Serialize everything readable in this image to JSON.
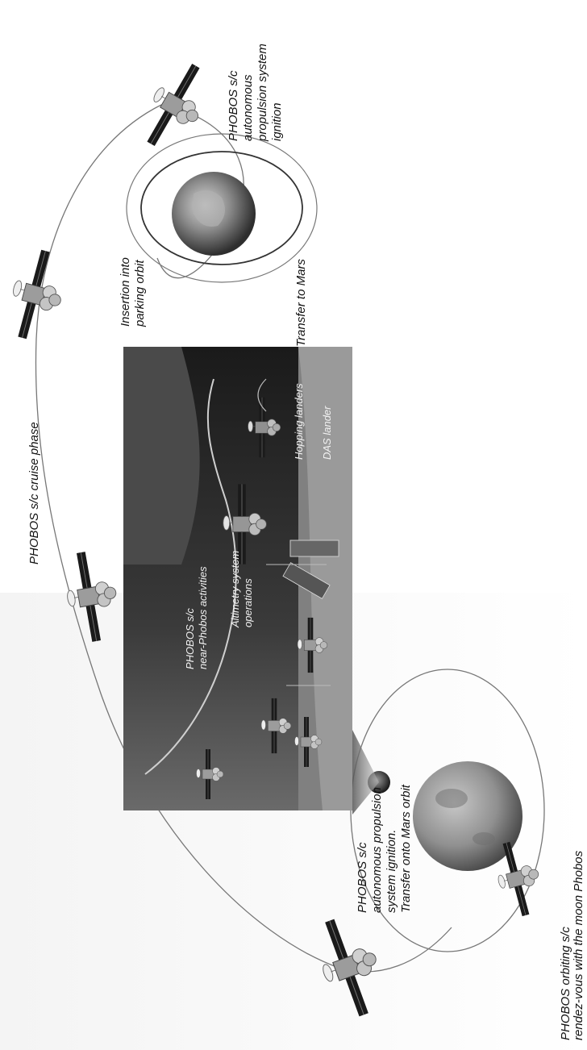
{
  "labels": {
    "cruise_phase": "PHOBOS s/c cruise phase",
    "insertion": [
      "Insertion into",
      "parking orbit"
    ],
    "transfer_to_mars": "Transfer to Mars",
    "ignition_earth": [
      "PHOBOS s/c",
      "autonomous",
      "propulsion system",
      "ignition"
    ],
    "ignition_mars": [
      "PHOBOS s/c",
      "autonomous propulsion",
      "system ignition.",
      "Transfer onto Mars orbit"
    ],
    "orbiting": [
      "PHOBOS orbiting s/c",
      "rendez-vous with the moon Phobos"
    ],
    "near_phobos": [
      "PHOBOS s/c",
      "near-Phobos activities"
    ],
    "altimetry": [
      "Altimetry system",
      "operations"
    ],
    "hopping_landers": "Hopping landers",
    "das_lander": "DAS lander"
  },
  "icons": {
    "spacecraft": "spacecraft-icon",
    "earth": "earth-icon",
    "mars": "mars-icon",
    "phobos": "phobos-moon-icon"
  },
  "colors": {
    "background": "#ffffff",
    "inset_bg": "#2a2a2a",
    "earth": "#6a6a6a",
    "mars": "#8a8a8a"
  }
}
